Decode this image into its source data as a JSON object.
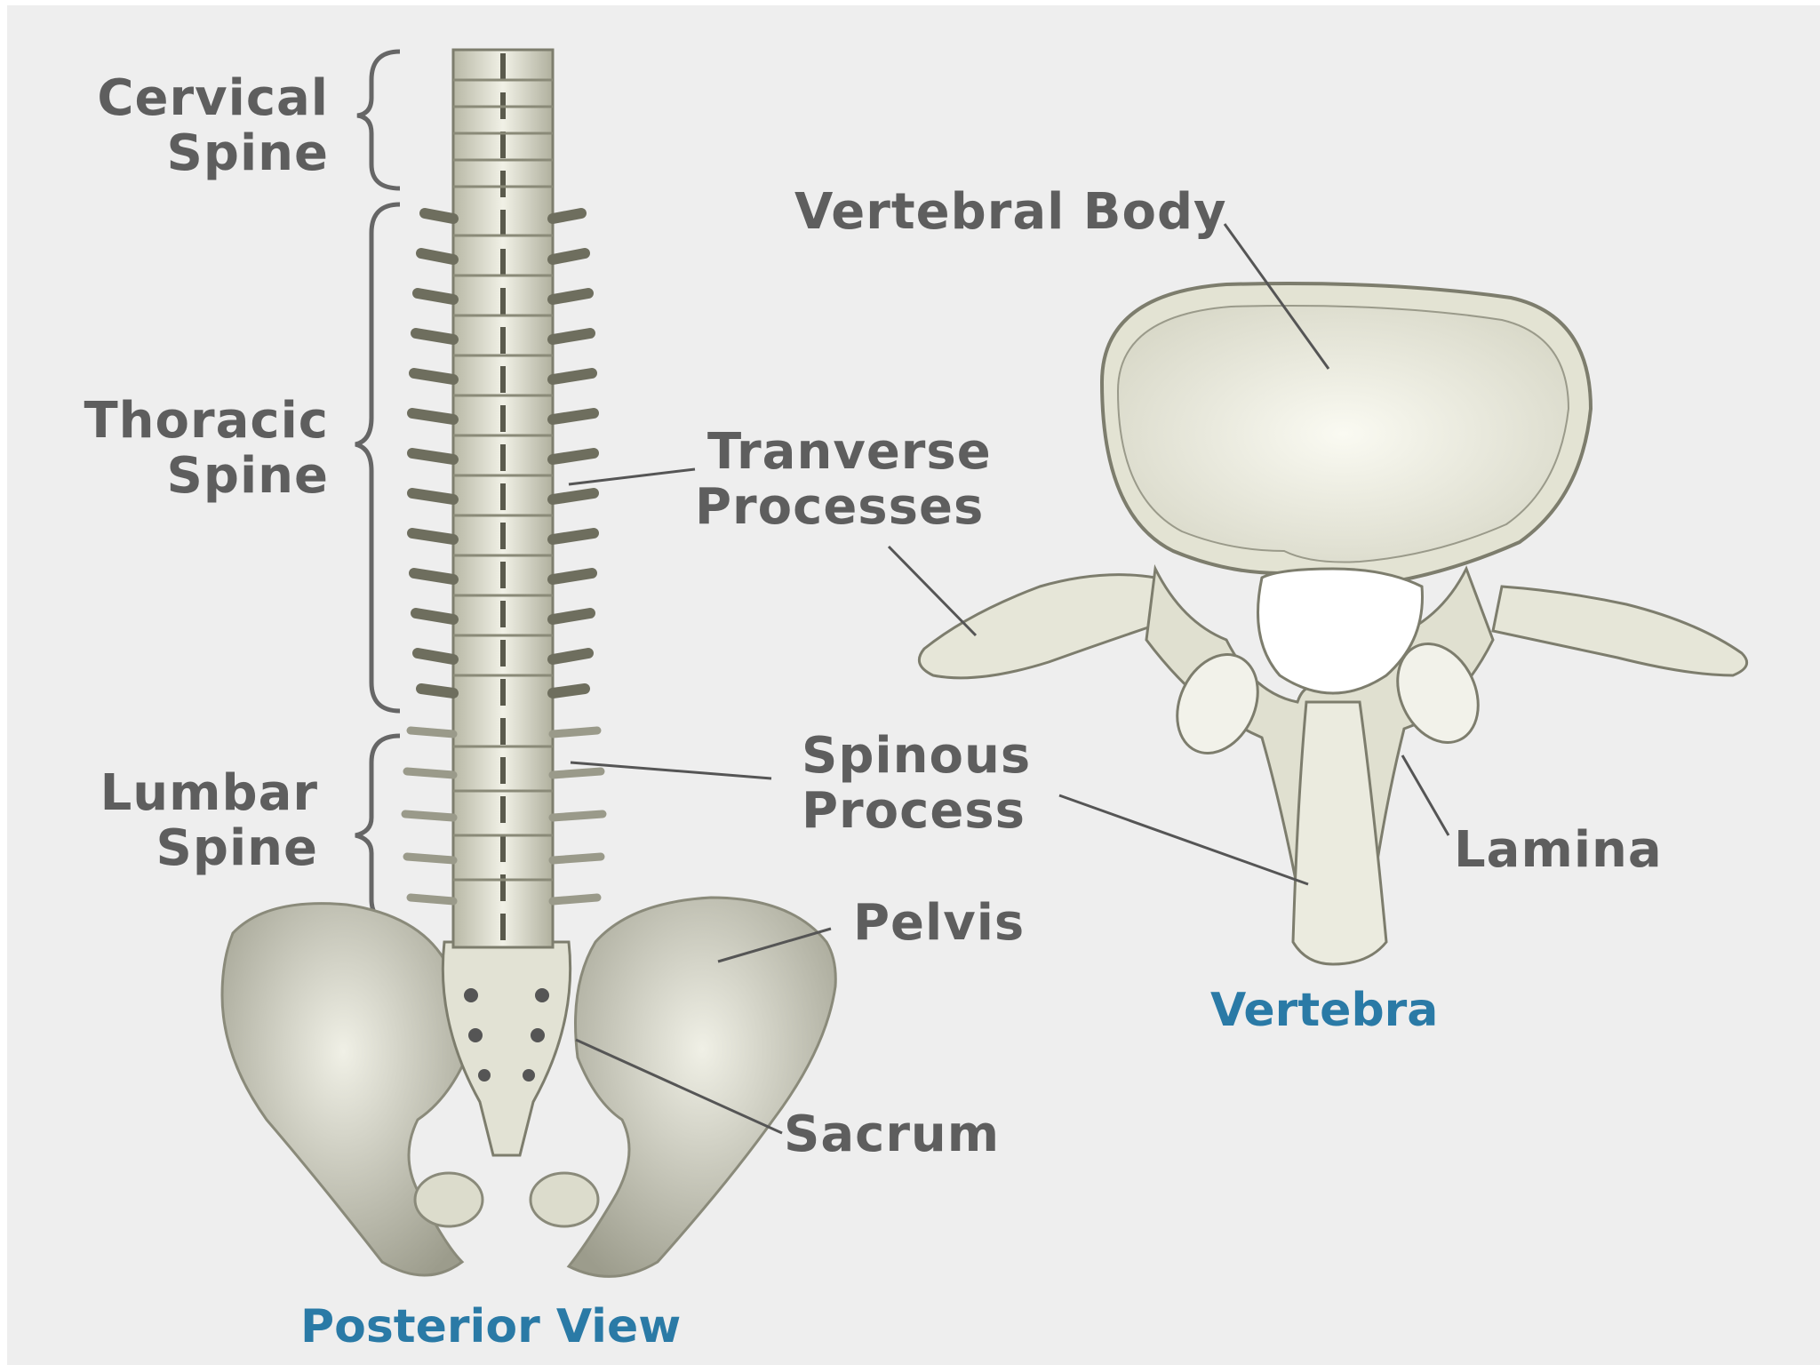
{
  "labels": {
    "cervical_line1": "Cervical",
    "cervical_line2": "Spine",
    "thoracic_line1": "Thoracic",
    "thoracic_line2": "Spine",
    "lumbar_line1": "Lumbar",
    "lumbar_line2": "Spine",
    "transverse_line1": "Tranverse",
    "transverse_line2": "Processes",
    "spinous_line1": "Spinous",
    "spinous_line2": "Process",
    "pelvis": "Pelvis",
    "sacrum": "Sacrum",
    "vertebral_body": "Vertebral Body",
    "lamina": "Lamina"
  },
  "captions": {
    "posterior_view": "Posterior View",
    "vertebra": "Vertebra"
  },
  "colors": {
    "background": "#eeeeee",
    "label_text": "#5e5e5e",
    "caption_text": "#2a7aa6",
    "bone": "#e6e6d8",
    "bone_shadow": "#a8a898",
    "leader_line": "#555555"
  }
}
